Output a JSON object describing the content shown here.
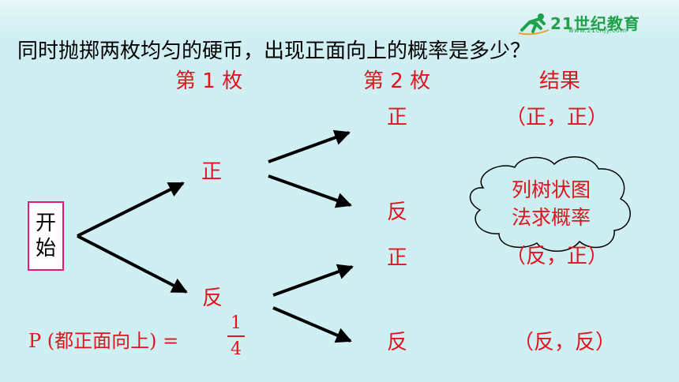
{
  "logo": {
    "text": "21世纪教育",
    "sub": "www.21cnjy.com"
  },
  "question": "同时抛掷两枚均匀的硬币，出现正面向上的概率是多少？",
  "headers": {
    "first": "第 1 枚",
    "second": "第 2 枚",
    "result": "结果"
  },
  "start": {
    "line1": "开",
    "line2": "始"
  },
  "first_coin": {
    "heads": "正",
    "tails": "反"
  },
  "second_coin": {
    "hh": "正",
    "ht": "反",
    "th": "正",
    "tt": "反"
  },
  "results": {
    "hh": "（正，正）",
    "th": "（反，正）",
    "tt": "（反，反）"
  },
  "cloud": {
    "line1": "列树状图",
    "line2": "法求概率"
  },
  "formula": {
    "lhs": "P (都正面向上) =",
    "numerator": "1",
    "denominator": "4"
  },
  "colors": {
    "accent": "#e0141e",
    "background": "#cfeff2",
    "box_border": "#e0197a"
  }
}
